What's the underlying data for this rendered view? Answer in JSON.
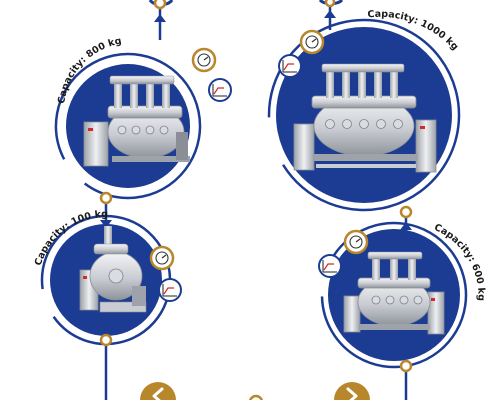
{
  "colors": {
    "primary_blue": "#1c3b93",
    "gold": "#b8862b",
    "steel_light": "#e4e6ea",
    "steel_mid": "#b9bdc4",
    "steel_dark": "#8a8f97",
    "accent_red": "#cf2b2b"
  },
  "machines": [
    {
      "id": "m800",
      "capacity_label": "Capacity: 800 kg",
      "capacity_kg": 800,
      "model": "four-rotor"
    },
    {
      "id": "m1000",
      "capacity_label": "Capacity: 1000 kg",
      "capacity_kg": 1000,
      "model": "five-rotor"
    },
    {
      "id": "m100",
      "capacity_label": "Capacity: 100 kg",
      "capacity_kg": 100,
      "model": "single-rotor"
    },
    {
      "id": "m600",
      "capacity_label": "Capacity: 600 kg",
      "capacity_kg": 600,
      "model": "three-rotor"
    }
  ],
  "badges": {
    "gauge_icon": "pressure-gauge-icon",
    "graph_icon": "temperature-graph-icon"
  },
  "navigation": {
    "prev_icon": "chevron-left-icon",
    "next_icon": "chevron-right-icon"
  }
}
